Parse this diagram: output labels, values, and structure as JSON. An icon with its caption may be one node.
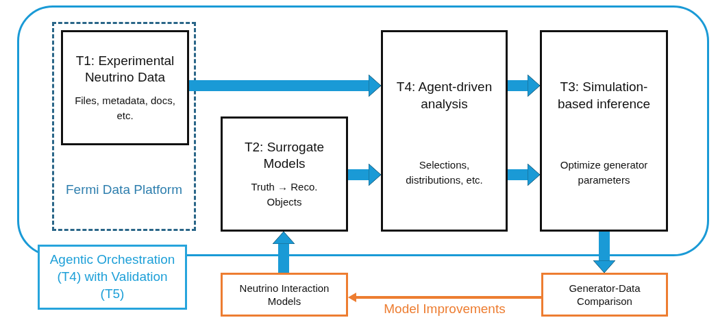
{
  "diagram": {
    "nodes": [
      {
        "text": [],
        "shape": "box"
      },
      {
        "text": [
          "Fermi Data Platform"
        ],
        "in": 0
      },
      {
        "text": [
          "T1: Experimental Neutrino Data",
          "Files, metadata, docs, etc."
        ],
        "in": 1
      },
      {
        "text": [
          "T2: Surrogate Models",
          "Truth → Reco. Objects"
        ],
        "in": 0
      },
      {
        "text": [
          "T4: Agent-driven analysis",
          "Selections, distributions, etc."
        ],
        "in": 0
      },
      {
        "text": [
          "T3: Simulation-based inference",
          "Optimize generator parameters"
        ],
        "in": 0
      },
      {
        "text": [
          "Agentic Orchestration (T4) with Validation (T5)"
        ]
      },
      {
        "text": [
          "Neutrino Interaction Models"
        ]
      },
      {
        "text": [
          "Generator-Data Comparison"
        ]
      }
    ],
    "edges": [
      {
        "from": 2,
        "to": 4,
        "arrow": "to"
      },
      {
        "from": 3,
        "to": 4,
        "arrow": "to"
      },
      {
        "from": 4,
        "to": 5,
        "arrow": "to"
      },
      {
        "from": 4,
        "to": 5,
        "arrow": "to"
      },
      {
        "from": 5,
        "to": 8,
        "arrow": "to"
      },
      {
        "from": 7,
        "to": 3,
        "arrow": "to"
      },
      {
        "from": 8,
        "to": 7,
        "arrow": "to",
        "label": "Model Improvements",
        "color": "#ed7d31"
      }
    ]
  }
}
